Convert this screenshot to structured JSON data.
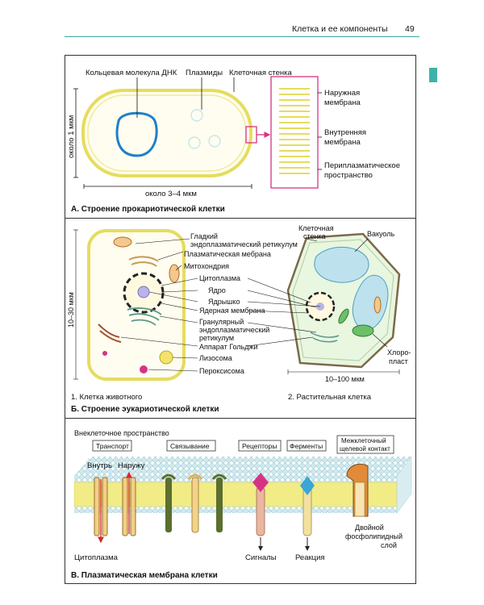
{
  "header": {
    "title": "Клетка и ее компоненты",
    "page_number": "49"
  },
  "panel_a": {
    "labels": {
      "dna": "Кольцевая молекула ДНК",
      "plasmids": "Плазмиды",
      "cell_wall": "Клеточная стенка",
      "outer_membrane_1": "Наружная",
      "outer_membrane_2": "мембрана",
      "inner_membrane_1": "Внутренняя",
      "inner_membrane_2": "мембрана",
      "periplasmic_1": "Периплазматическое",
      "periplasmic_2": "пространство",
      "height": "около 1 мкм",
      "width": "около 3–4 мкм"
    },
    "caption": "А. Строение прокариотической клетки"
  },
  "panel_b": {
    "labels": {
      "smooth_er_1": "Гладкий",
      "smooth_er_2": "эндоплазматический ретикулум",
      "plasma_membrane": "Плазматическая мебрана",
      "mitochondria": "Митохондрия",
      "cytoplasm": "Цитоплазма",
      "nucleus": "Ядро",
      "nucleolus": "Ядрышко",
      "nuclear_membrane": "Ядерная мембрана",
      "rough_er_1": "Гранулярный",
      "rough_er_2": "эндоплазматический",
      "rough_er_3": "ретикулум",
      "golgi": "Аппарат Гольджи",
      "lysosome": "Лизосома",
      "peroxisome": "Пероксисома",
      "plant_wall_1": "Клеточная",
      "plant_wall_2": "стенка",
      "vacuole": "Вакуоль",
      "chloroplast_1": "Хлоро-",
      "chloroplast_2": "пласт",
      "animal_size": "10–30 мкм",
      "plant_size": "10–100 мкм"
    },
    "sub_caption_1": "1. Клетка животного",
    "sub_caption_2": "2. Растительная клетка",
    "caption": "Б. Строение эукариотической клетки"
  },
  "panel_c": {
    "labels": {
      "extracellular": "Внеклеточное пространство",
      "transport": "Транспорт",
      "binding": "Связывание",
      "receptors": "Рецепторы",
      "enzymes": "Ферменты",
      "junction_1": "Межклеточный",
      "junction_2": "щелевой контакт",
      "inside": "Внутрь",
      "outside": "Наружу",
      "cytoplasm": "Цитоплазма",
      "signals": "Сигналы",
      "reaction": "Реакция",
      "bilayer_1": "Двойной",
      "bilayer_2": "фосфолипидный",
      "bilayer_3": "слой"
    },
    "caption": "В. Плазматическая мембрана клетки"
  },
  "colors": {
    "accent": "#3aa6a0",
    "membrane_yellow": "#e8e070",
    "dna_blue": "#1f7fc9",
    "magenta": "#d63384",
    "plant_green": "#6dbf6a"
  }
}
